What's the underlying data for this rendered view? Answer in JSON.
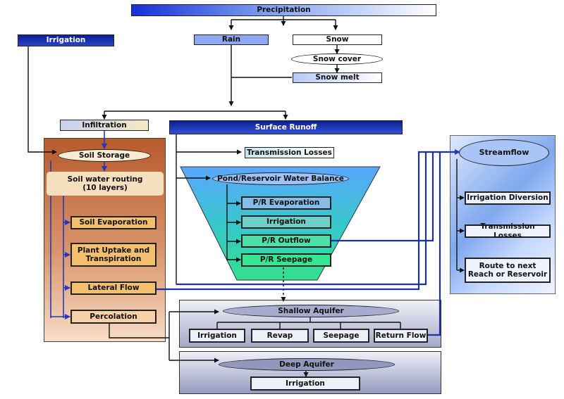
{
  "precipitation": "Precipitation",
  "irrigation_top": "Irrigation",
  "rain": "Rain",
  "snow": "Snow",
  "snow_cover": "Snow cover",
  "snow_melt": "Snow melt",
  "infiltration": "Infiltration",
  "surface_runoff": "Surface Runoff",
  "soil_storage": "Soil Storage",
  "soil_routing": [
    "Soil water routing",
    "(10 layers)"
  ],
  "soil_evaporation": "Soil Evaporation",
  "plant_uptake": [
    "Plant Uptake and",
    "Transpiration"
  ],
  "lateral_flow": "Lateral Flow",
  "percolation": "Percolation",
  "transmission_losses": "Transmission Losses",
  "pond": {
    "title": "Pond/Reservoir Water Balance",
    "items": [
      "P/R Evaporation",
      "Irrigation",
      "P/R Outflow",
      "P/R Seepage"
    ]
  },
  "streamflow": {
    "title": "Streamflow",
    "items": [
      "Irrigation Diversion",
      "Transmission Losses"
    ],
    "route": [
      "Route to next",
      "Reach or Reservoir"
    ]
  },
  "shallow": {
    "title": "Shallow Aquifer",
    "items": [
      "Irrigation",
      "Revap",
      "Seepage",
      "Return Flow"
    ]
  },
  "deep": {
    "title": "Deep Aquifer",
    "irrigation": "Irrigation"
  },
  "colors": {
    "dark_blue": "#0b1f8f",
    "line_blue": "#1c2fb0",
    "brown_top": "#c26a3c",
    "brown_bottom": "#f6d2b6",
    "orange_box": "#f4c06f"
  }
}
